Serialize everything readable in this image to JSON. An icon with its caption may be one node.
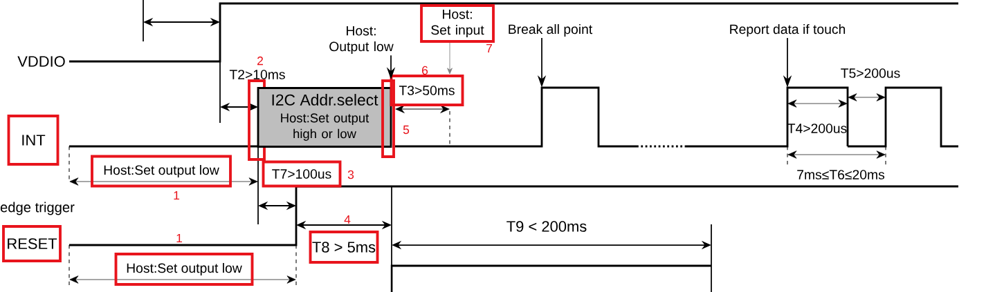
{
  "diagram": {
    "nodes": [
      {
        "text": [
          "Host: Output low"
        ]
      },
      {
        "text": [
          "Host: Set input"
        ]
      },
      {
        "text": [
          "Break all point"
        ]
      },
      {
        "text": [
          "Report data if touch"
        ]
      },
      {
        "text": [],
        "shape": "box"
      },
      {
        "text": [
          "I2C Addr.select",
          "Host:Set output high or low"
        ]
      },
      {
        "text": [],
        "shape": "box"
      },
      {
        "text": [
          "T3>50ms"
        ]
      },
      {
        "text": [
          "INT"
        ]
      },
      {
        "text": [
          "Host:Set output low"
        ],
        "beside": [
          "1"
        ]
      },
      {
        "text": [
          "T7>100us"
        ]
      },
      {
        "text": [
          "RESET"
        ]
      },
      {
        "text": [
          "T8 > 5ms"
        ]
      },
      {
        "text": [
          "Host:Set output low"
        ],
        "beside": [
          "1"
        ]
      },
      {
        "text": [],
        "shape": "pulse"
      },
      {
        "text": [],
        "shape": "pulse"
      }
    ],
    "edges": [
      {
        "from": 0,
        "to": 6,
        "arrow": "to"
      },
      {
        "from": 1,
        "to": 7,
        "arrow": "to",
        "color": "#808080"
      },
      {
        "from": 2,
        "to": 14,
        "arrow": "to"
      },
      {
        "from": 3,
        "to": 15,
        "arrow": "to"
      }
    ],
    "labels": [
      "VDDIO",
      "7",
      "2",
      "T2>10ms",
      "6",
      "T5>200us",
      "5",
      "T4>200us",
      "7ms≤T6≤20ms",
      "3",
      "edge trigger",
      "4",
      "T9 < 200ms"
    ]
  }
}
